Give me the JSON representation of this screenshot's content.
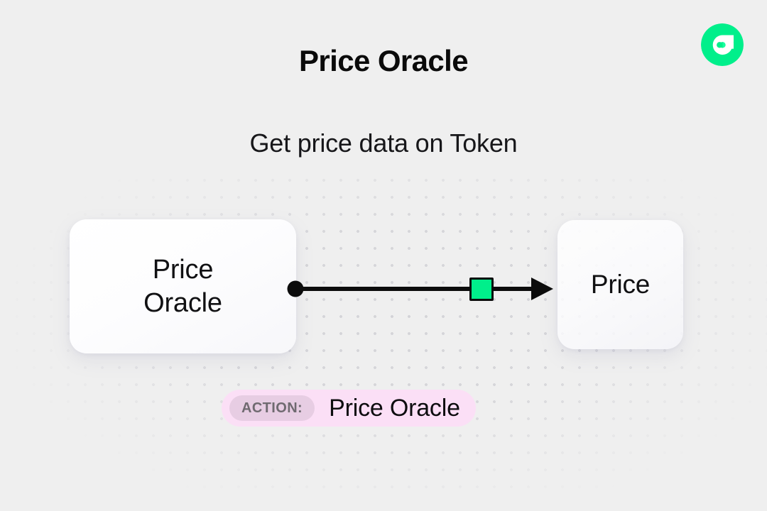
{
  "page": {
    "title": "Price Oracle",
    "subtitle": "Get price data on Token",
    "background_color": "#efefef",
    "dot_color": "#d4d4d8"
  },
  "brand": {
    "logo_icon": "flow-logo-icon",
    "logo_color": "#00ef8b",
    "logo_mark_color": "#ffffff"
  },
  "diagram": {
    "type": "flow-diagram",
    "nodes": [
      {
        "id": "source",
        "label": "Price\nOracle",
        "label_line_1": "Price",
        "label_line_2": "Oracle",
        "shape": "rounded-rect"
      },
      {
        "id": "target",
        "label": "Price",
        "shape": "rounded-rect"
      }
    ],
    "edge": {
      "from": "source",
      "to": "target",
      "start_marker": "dot",
      "end_marker": "arrow",
      "stroke_color": "#0c0c0c",
      "chip_color": "#00ef8b",
      "chip_border_color": "#0c0c0c"
    }
  },
  "action": {
    "tag_label": "ACTION:",
    "value": "Price Oracle",
    "bar_color": "#fbdff6",
    "tag_color": "#e7cde3",
    "tag_text_color": "#6f6a70"
  }
}
